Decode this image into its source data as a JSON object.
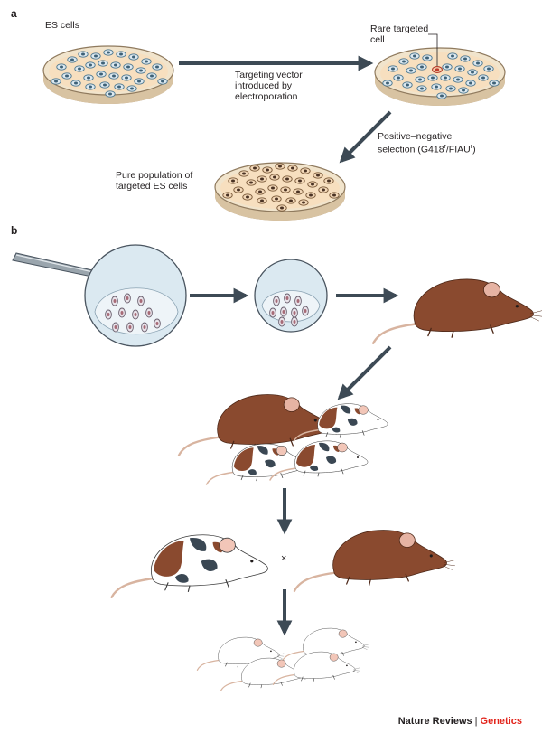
{
  "panels": {
    "a": "a",
    "b": "b"
  },
  "labels": {
    "es_cells": "ES cells",
    "rare_targeted_1": "Rare targeted",
    "rare_targeted_2": "cell",
    "vector_1": "Targeting vector",
    "vector_2": "introduced by",
    "vector_3": "electroporation",
    "selection_1": "Positive–negative",
    "selection_2_pre": "selection (G418",
    "selection_sup1": "r",
    "selection_mid": "/FIAU",
    "selection_sup2": "r",
    "selection_post": ")",
    "pure_1": "Pure population of",
    "pure_2": "targeted ES cells",
    "cross": "×"
  },
  "credit": {
    "publisher": "Nature Reviews",
    "separator": "|",
    "journal": "Genetics"
  },
  "colors": {
    "arrow": "#3d4a55",
    "dish_fill": "#f4dfc3",
    "dish_rim": "#e7d3b5",
    "es_cell": "#6f9fb8",
    "targeted_cell": "#f1c79b",
    "targeted_nucleus": "#c0392b",
    "blastocyst": "#dbe9f1",
    "brown_mouse": "#8a4a2f",
    "patch_dark": "#3a4753",
    "ear_pink": "#e8b7a6"
  }
}
